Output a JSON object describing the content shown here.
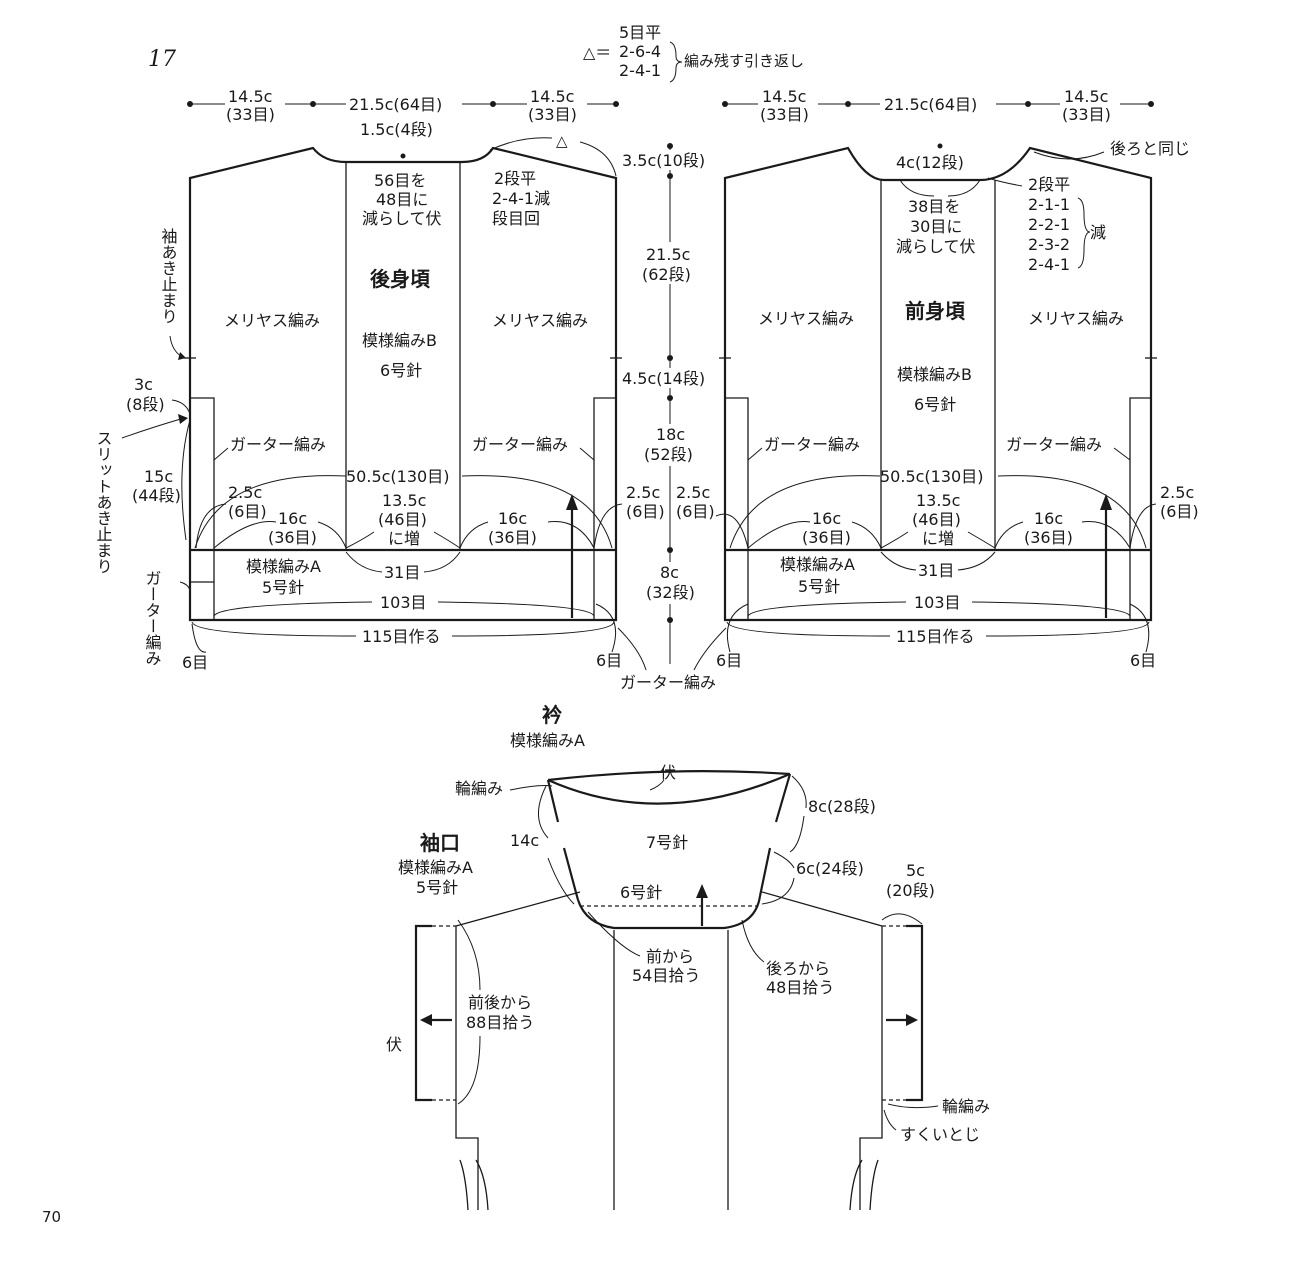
{
  "figure_number": "17",
  "page_number": "70",
  "top_note": {
    "symbol": "△＝",
    "lines": [
      "5目平",
      "2-6-4",
      "2-4-1"
    ],
    "label": "編み残す引き返し"
  },
  "back": {
    "title": "後身頃",
    "pattern": "模様編みB",
    "needle": "6号針",
    "side_stitch": "メリヤス編み",
    "garter": "ガーター編み",
    "top_widths": [
      "14.5c",
      "(33目)",
      "21.5c(64目)",
      "14.5c",
      "(33目)"
    ],
    "neck_depth": "1.5c(4段)",
    "neck_bindoff": [
      "56目を",
      "48目に",
      "減らして伏"
    ],
    "shoulder_dec": [
      "2段平",
      "2-4-1減",
      "段目回"
    ],
    "triangle": "△",
    "armhole_mark": "袖あき止まり",
    "slit_mark": "スリットあき止まり",
    "three_c": [
      "3c",
      "(8段)"
    ],
    "fifteen_c": [
      "15c",
      "(44段)"
    ],
    "twopointfive_l": [
      "2.5c",
      "(6目)"
    ],
    "twopointfive_r": [
      "2.5c",
      "(6目)"
    ],
    "width_130": "50.5c(130目)",
    "center_inc": [
      "13.5c",
      "(46目)",
      "に増"
    ],
    "sixteen_l": [
      "16c",
      "(36目)"
    ],
    "sixteen_r": [
      "16c",
      "(36目)"
    ],
    "band_pattern": "模様編みA",
    "band_needle": "5号針",
    "thirtyone": "31目",
    "hundred3": "103目",
    "cast_on": "115目作る",
    "six_l": "6目",
    "six_r": "6目",
    "garter_side": "ガーター編み"
  },
  "front": {
    "title": "前身頃",
    "pattern": "模様編みB",
    "needle": "6号針",
    "side_stitch": "メリヤス編み",
    "garter": "ガーター編み",
    "top_widths": [
      "14.5c",
      "(33目)",
      "21.5c(64目)",
      "14.5c",
      "(33目)"
    ],
    "neck_depth": "4c(12段)",
    "neck_bindoff": [
      "38目を",
      "30目に",
      "減らして伏"
    ],
    "neck_dec": [
      "2段平",
      "2-1-1",
      "2-2-1",
      "2-3-2",
      "2-4-1"
    ],
    "dec_label": "減",
    "same_as_back": "後ろと同じ",
    "twopointfive_l": [
      "2.5c",
      "(6目)"
    ],
    "twopointfive_r": [
      "2.5c",
      "(6目)"
    ],
    "width_130": "50.5c(130目)",
    "center_inc": [
      "13.5c",
      "(46目)",
      "に増"
    ],
    "sixteen_l": [
      "16c",
      "(36目)"
    ],
    "sixteen_r": [
      "16c",
      "(36目)"
    ],
    "band_pattern": "模様編みA",
    "band_needle": "5号針",
    "thirtyone": "31目",
    "hundred3": "103目",
    "cast_on": "115目作る",
    "six_l": "6目",
    "six_r": "6目"
  },
  "center_scale": {
    "a": "3.5c(10段)",
    "b": [
      "21.5c",
      "(62段)"
    ],
    "c": "4.5c(14段)",
    "d": [
      "18c",
      "(52段)"
    ],
    "e": [
      "8c",
      "(32段)"
    ],
    "garter": "ガーター編み"
  },
  "collar": {
    "title": "衿",
    "pattern": "模様編みA",
    "bindoff": "伏",
    "rib": "輪編み",
    "height": "14c",
    "upper": "8c(28段)",
    "upper_needle": "7号針",
    "lower": "6c(24段)",
    "lower_needle": "6号針",
    "front_pick": [
      "前から",
      "54目拾う"
    ],
    "back_pick": [
      "後ろから",
      "48目拾う"
    ]
  },
  "cuff": {
    "title": "袖口",
    "pattern": "模様編みA",
    "needle": "5号針",
    "pick": [
      "前後から",
      "88目拾う"
    ],
    "bindoff": "伏",
    "size": [
      "5c",
      "(20段)"
    ],
    "rib": "輪編み",
    "seam": "すくいとじ"
  }
}
